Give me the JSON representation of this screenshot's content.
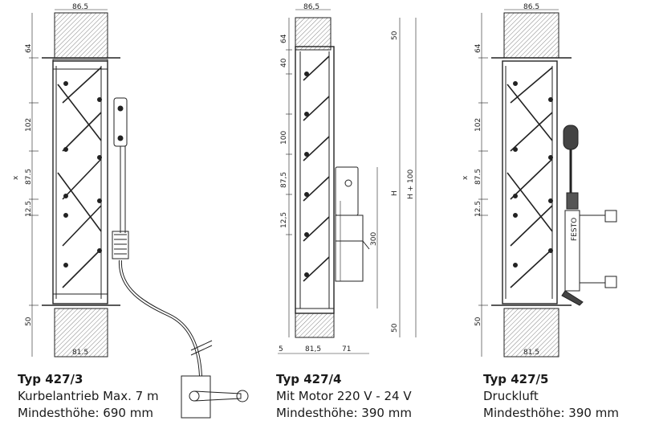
{
  "diagram_1": {
    "dims": {
      "top_width": "86.5",
      "bottom_width": "81.5",
      "top_height": "64",
      "spacing": "102",
      "blade": "87.5",
      "small": "12.5",
      "bottom": "50",
      "overall": "x"
    },
    "caption": {
      "title": "Typ 427/3",
      "line1": "Kurbelantrieb Max. 7 m",
      "line2": "Mindesthöhe: 690 mm"
    }
  },
  "diagram_2": {
    "dims": {
      "top_width": "86,5",
      "top_height": "64",
      "offset": "40",
      "spacing": "100",
      "blade": "87,5",
      "small": "12,5",
      "top_right": "50",
      "motor": "300",
      "bottom_right": "50",
      "h": "H",
      "h100": "H + 100",
      "bottom_left": "5",
      "bottom_width": "81,5",
      "motor_width": "71"
    },
    "caption": {
      "title": "Typ 427/4",
      "line1": "Mit Motor 220 V - 24 V",
      "line2": "Mindesthöhe: 390 mm"
    }
  },
  "diagram_3": {
    "dims": {
      "top_width": "86.5",
      "bottom_width": "81.5",
      "top_height": "64",
      "spacing": "102",
      "blade": "87.5",
      "small": "12.5",
      "bottom": "50",
      "overall": "x"
    },
    "festo": "FESTO",
    "caption": {
      "title": "Typ 427/5",
      "line1": "Druckluft",
      "line2": "Mindesthöhe: 390 mm"
    }
  }
}
